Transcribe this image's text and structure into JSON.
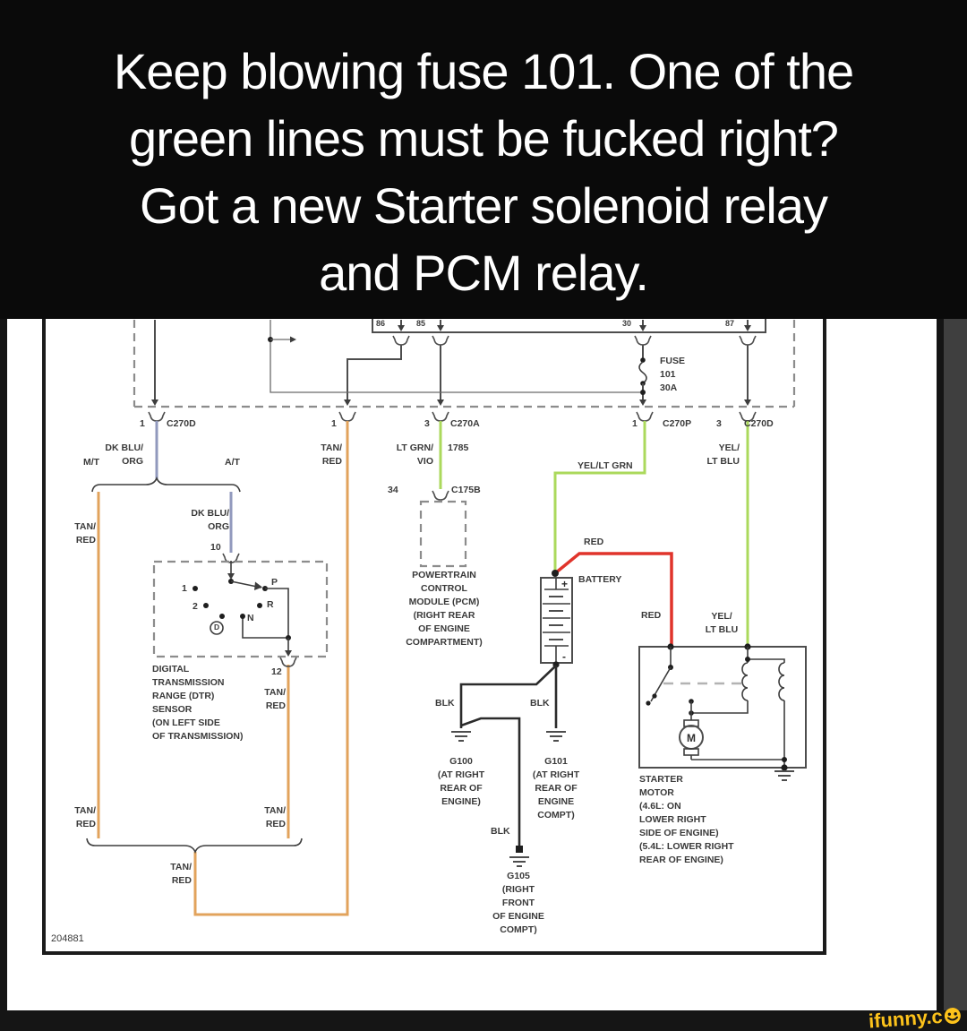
{
  "meme": {
    "caption": "Keep blowing fuse 101. One of the\ngreen lines must be fucked right?\nGot a new Starter solenoid relay\nand PCM relay.",
    "watermark": "ifunny.c"
  },
  "colors": {
    "caption_bg": "#0a0a0a",
    "footer_bg": "#151515",
    "side_gray": "#3f3f3f",
    "brand_yellow": "#fcc21b",
    "tan_red": "#e2a35c",
    "dk_blu_org": "#9199bd",
    "green": "#abd95c",
    "red": "#e0342b"
  },
  "diagram": {
    "ref_number": "204881",
    "relay_terminals": {
      "t86": "86",
      "t85": "85",
      "t30": "30",
      "t87": "87"
    },
    "fuse": "FUSE\n101\n30A",
    "connectors": {
      "c270d_left_pin": "1",
      "c270d_left": "C270D",
      "c270a_pin": "3",
      "c270a": "C270A",
      "c270p_pin": "1",
      "c270p": "C270P",
      "c270d_right_pin": "3",
      "c270d_right": "C270D",
      "c175b_pin": "34",
      "c175b": "C175B",
      "dtr_pin_in": "10",
      "dtr_pin_out": "12",
      "tan_red_pin": "1"
    },
    "wire_labels": {
      "dk_blu_org_top": "DK BLU/\nORG",
      "tan_red_top": "TAN/\nRED",
      "lt_grn_vio": "LT GRN/\nVIO",
      "circuit_1785": "1785",
      "yel_lt_grn": "YEL/LT GRN",
      "yel_lt_blu_top": "YEL/\nLT BLU",
      "mt": "M/T",
      "at": "A/T",
      "tan_red_left": "TAN/\nRED",
      "dk_blu_org_mid": "DK BLU/\nORG",
      "tan_red_dtr": "TAN/\nRED",
      "red_upper": "RED",
      "red_lower": "RED",
      "yel_lt_blu_mid": "YEL/\nLT BLU",
      "blk_g100": "BLK",
      "blk_g101": "BLK",
      "blk_g105": "BLK",
      "tan_red_bottom_left": "TAN/\nRED",
      "tan_red_bottom_mid": "TAN/\nRED",
      "tan_red_bottom_merge": "TAN/\nRED"
    },
    "components": {
      "dtr": "DIGITAL\nTRANSMISSION\nRANGE (DTR)\nSENSOR\n(ON LEFT SIDE\nOF TRANSMISSION)",
      "dtr_positions": {
        "p1": "1",
        "p2": "2",
        "pp": "P",
        "pr": "R",
        "pn": "N",
        "pd": "D"
      },
      "pcm": "POWERTRAIN\nCONTROL\nMODULE (PCM)\n(RIGHT REAR\nOF ENGINE\nCOMPARTMENT)",
      "battery": "BATTERY",
      "battery_plus": "+",
      "battery_minus": "-",
      "motor": "M",
      "starter": "STARTER\nMOTOR\n(4.6L: ON\nLOWER RIGHT\nSIDE OF ENGINE)\n(5.4L: LOWER RIGHT\nREAR OF ENGINE)",
      "g100": "G100\n(AT RIGHT\nREAR OF\nENGINE)",
      "g101": "G101\n(AT RIGHT\nREAR OF\nENGINE\nCOMPT)",
      "g105": "G105\n(RIGHT\nFRONT\nOF ENGINE\nCOMPT)"
    }
  }
}
